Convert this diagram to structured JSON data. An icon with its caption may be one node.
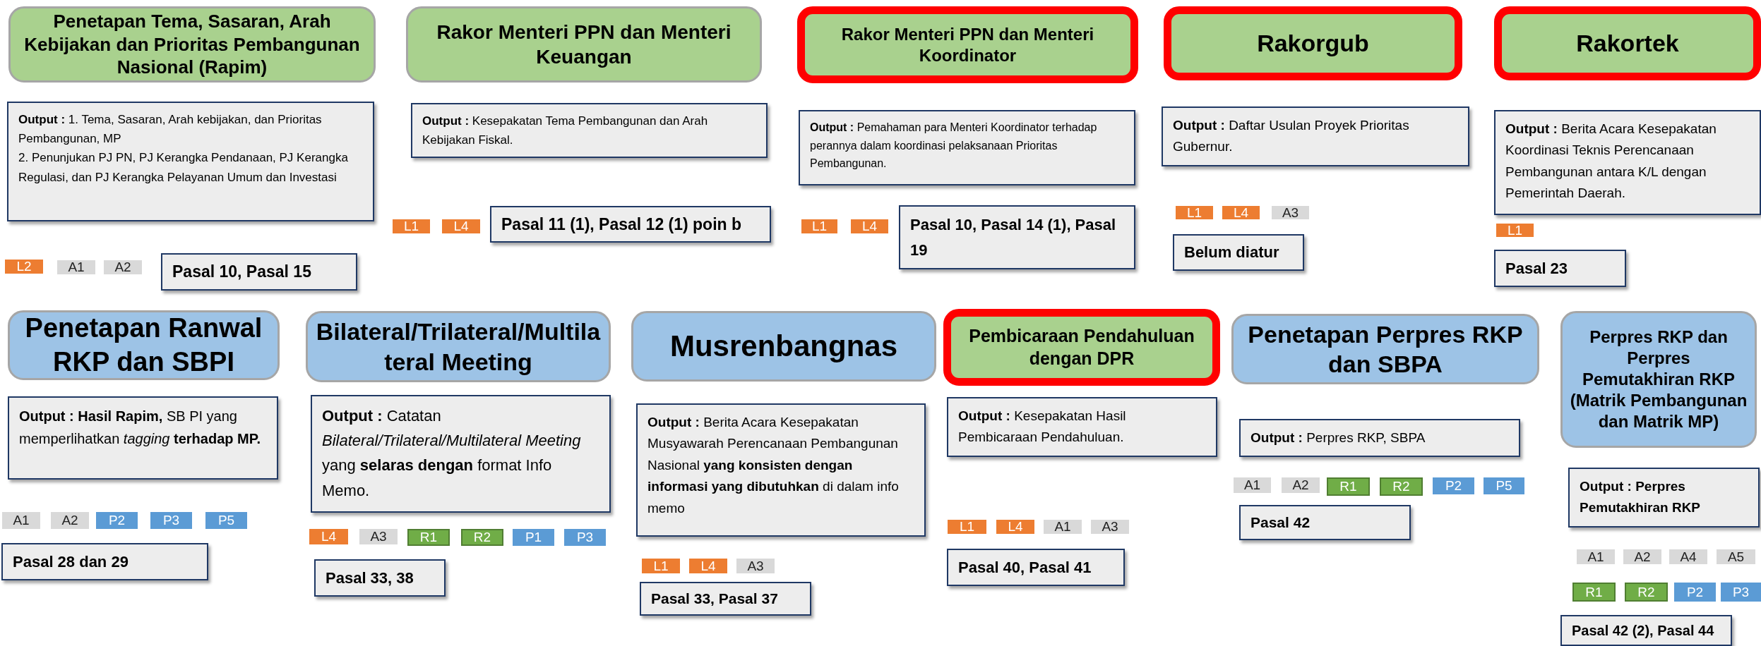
{
  "diagram": {
    "nodes": [
      {
        "text": [
          "Penetapan Tema, Sasaran, Arah Kebijakan dan Prioritas Pembangunan Nasional (Rapim)"
        ]
      },
      {
        "text": [
          "**Output :** 1. Tema, Sasaran, Arah kebijakan, dan Prioritas Pembangunan, MP",
          "2. Penunjukan PJ PN, PJ Kerangka Pendanaan, PJ Kerangka Regulasi, dan PJ Kerangka Pelayanan Umum dan Investasi"
        ]
      },
      {
        "text": [
          "L2"
        ]
      },
      {
        "text": [
          "A1"
        ]
      },
      {
        "text": [
          "A2"
        ]
      },
      {
        "text": [
          "Pasal 10, Pasal 15"
        ]
      },
      {
        "text": [
          "Rakor Menteri PPN dan Menteri Keuangan"
        ]
      },
      {
        "text": [
          "**Output :** Kesepakatan Tema Pembangunan dan Arah Kebijakan Fiskal."
        ]
      },
      {
        "text": [
          "L1"
        ]
      },
      {
        "text": [
          "L4"
        ]
      },
      {
        "text": [
          "Pasal 11 (1), Pasal 12 (1) poin b"
        ]
      },
      {
        "text": [
          "Rakor Menteri PPN dan Menteri Koordinator"
        ]
      },
      {
        "text": [
          "**Output :** Pemahaman para Menteri Koordinator terhadap perannya dalam koordinasi pelaksanaan Prioritas Pembangunan."
        ]
      },
      {
        "text": [
          "L1"
        ]
      },
      {
        "text": [
          "L4"
        ]
      },
      {
        "text": [
          "Pasal 10, Pasal 14 (1), Pasal 19"
        ]
      },
      {
        "text": [
          "Rakorgub"
        ]
      },
      {
        "text": [
          "**Output :** Daftar Usulan Proyek Prioritas Gubernur."
        ]
      },
      {
        "text": [
          "L1"
        ]
      },
      {
        "text": [
          "L4"
        ]
      },
      {
        "text": [
          "A3"
        ]
      },
      {
        "text": [
          "Belum diatur"
        ]
      },
      {
        "text": [
          "Rakortek"
        ]
      },
      {
        "text": [
          "**Output :** Berita Acara Kesepakatan Koordinasi Teknis Perencanaan Pembangunan antara K/L dengan Pemerintah Daerah."
        ]
      },
      {
        "text": [
          "L1"
        ]
      },
      {
        "text": [
          "Pasal 23"
        ]
      },
      {
        "text": [
          "Penetapan Ranwal RKP dan SBPI"
        ]
      },
      {
        "text": [
          "**Output : Hasil Rapim,** SB PI yang memperlihatkan *tagging* **terhadap MP.**"
        ]
      },
      {
        "text": [
          "A1"
        ]
      },
      {
        "text": [
          "A2"
        ]
      },
      {
        "text": [
          "P2"
        ]
      },
      {
        "text": [
          "P3"
        ]
      },
      {
        "text": [
          "P5"
        ]
      },
      {
        "text": [
          "Pasal 28 dan 29"
        ]
      },
      {
        "text": [
          "Bilateral/Trilateral/Multilateral Meeting"
        ]
      },
      {
        "text": [
          "**Output :** Catatan *Bilateral/Trilateral/Multilateral Meeting* yang **selaras dengan** format Info Memo."
        ]
      },
      {
        "text": [
          "L4"
        ]
      },
      {
        "text": [
          "A3"
        ]
      },
      {
        "text": [
          "R1"
        ]
      },
      {
        "text": [
          "R2"
        ]
      },
      {
        "text": [
          "P1"
        ]
      },
      {
        "text": [
          "P3"
        ]
      },
      {
        "text": [
          "Pasal 33, 38"
        ]
      },
      {
        "text": [
          "Musrenbangnas"
        ]
      },
      {
        "text": [
          "**Output :** Berita Acara Kesepakatan Musyawarah Perencanaan Pembangunan Nasional **yang konsisten dengan informasi yang dibutuhkan** di dalam info memo"
        ]
      },
      {
        "text": [
          "L1"
        ]
      },
      {
        "text": [
          "L4"
        ]
      },
      {
        "text": [
          "A3"
        ]
      },
      {
        "text": [
          "Pasal 33, Pasal 37"
        ]
      },
      {
        "text": [
          "Pembicaraan Pendahuluan dengan DPR"
        ]
      },
      {
        "text": [
          "**Output :** Kesepakatan Hasil Pembicaraan Pendahuluan."
        ]
      },
      {
        "text": [
          "L1"
        ]
      },
      {
        "text": [
          "L4"
        ]
      },
      {
        "text": [
          "A1"
        ]
      },
      {
        "text": [
          "A3"
        ]
      },
      {
        "text": [
          "Pasal 40, Pasal 41"
        ]
      },
      {
        "text": [
          "Penetapan Perpres RKP dan SBPA"
        ]
      },
      {
        "text": [
          "**Output :** Perpres RKP, SBPA"
        ]
      },
      {
        "text": [
          "A1"
        ]
      },
      {
        "text": [
          "A2"
        ]
      },
      {
        "text": [
          "R1"
        ]
      },
      {
        "text": [
          "R2"
        ]
      },
      {
        "text": [
          "P2"
        ]
      },
      {
        "text": [
          "P5"
        ]
      },
      {
        "text": [
          "Pasal 42"
        ]
      },
      {
        "text": [
          "Perpres RKP dan Perpres Pemutakhiran RKP (Matrik Pembangunan dan Matrik MP)"
        ]
      },
      {
        "text": [
          "Output : Perpres Pemutakhiran RKP"
        ]
      },
      {
        "text": [
          "A1"
        ]
      },
      {
        "text": [
          "A2"
        ]
      },
      {
        "text": [
          "A4"
        ]
      },
      {
        "text": [
          "A5"
        ]
      },
      {
        "text": [
          "R1"
        ]
      },
      {
        "text": [
          "R2"
        ]
      },
      {
        "text": [
          "P2"
        ]
      },
      {
        "text": [
          "P3"
        ]
      },
      {
        "text": [
          "Pasal 42 (2), Pasal 44"
        ]
      }
    ]
  }
}
